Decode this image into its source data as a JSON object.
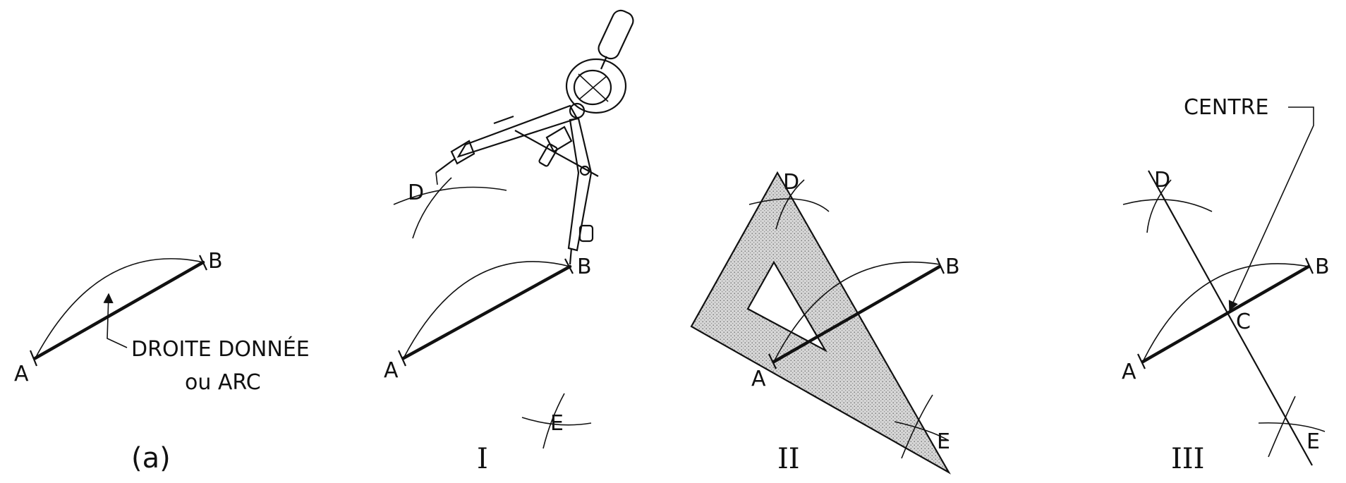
{
  "panels": [
    {
      "id": "a",
      "caption": "(a)",
      "labels": {
        "a": "A",
        "b": "B"
      },
      "note_line1": "DROITE DONNÉE",
      "note_line2": "ou ARC"
    },
    {
      "id": "I",
      "caption": "I",
      "labels": {
        "a": "A",
        "b": "B",
        "d": "D",
        "e": "E"
      }
    },
    {
      "id": "II",
      "caption": "II",
      "labels": {
        "a": "A",
        "b": "B",
        "d": "D",
        "e": "E"
      }
    },
    {
      "id": "III",
      "caption": "III",
      "labels": {
        "a": "A",
        "b": "B",
        "c": "C",
        "d": "D",
        "e": "E"
      },
      "centre_label": "CENTRE"
    }
  ]
}
